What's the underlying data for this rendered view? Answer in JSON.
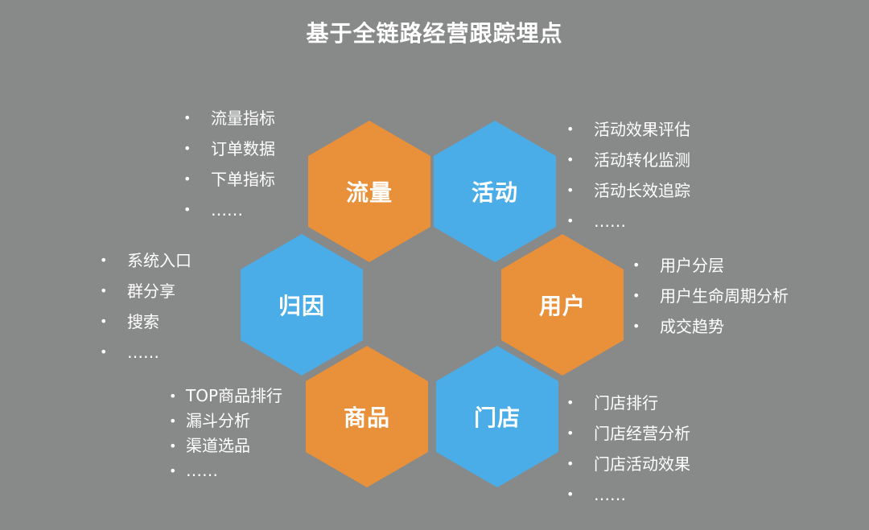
{
  "title": "基于全链路经营跟踪埋点",
  "colors": {
    "background": "#888989",
    "orange": "#E8903A",
    "blue": "#4AADE8"
  },
  "hexagons": [
    {
      "id": "liuliang",
      "label": "流量",
      "color": "orange"
    },
    {
      "id": "huodong",
      "label": "活动",
      "color": "blue"
    },
    {
      "id": "guiyin",
      "label": "归因",
      "color": "blue"
    },
    {
      "id": "yonghu",
      "label": "用户",
      "color": "orange"
    },
    {
      "id": "shangpin",
      "label": "商品",
      "color": "orange"
    },
    {
      "id": "mendian",
      "label": "门店",
      "color": "blue"
    }
  ],
  "lists": {
    "liuliang": [
      "流量指标",
      "订单数据",
      "下单指标",
      "……"
    ],
    "huodong": [
      "活动效果评估",
      "活动转化监测",
      "活动长效追踪",
      "……"
    ],
    "guiyin": [
      "系统入口",
      "群分享",
      "搜索",
      "……"
    ],
    "yonghu": [
      "用户分层",
      "用户生命周期分析",
      "成交趋势"
    ],
    "shangpin": [
      "TOP商品排行",
      "漏斗分析",
      "渠道选品",
      "……"
    ],
    "mendian": [
      "门店排行",
      "门店经营分析",
      "门店活动效果",
      "……"
    ]
  }
}
